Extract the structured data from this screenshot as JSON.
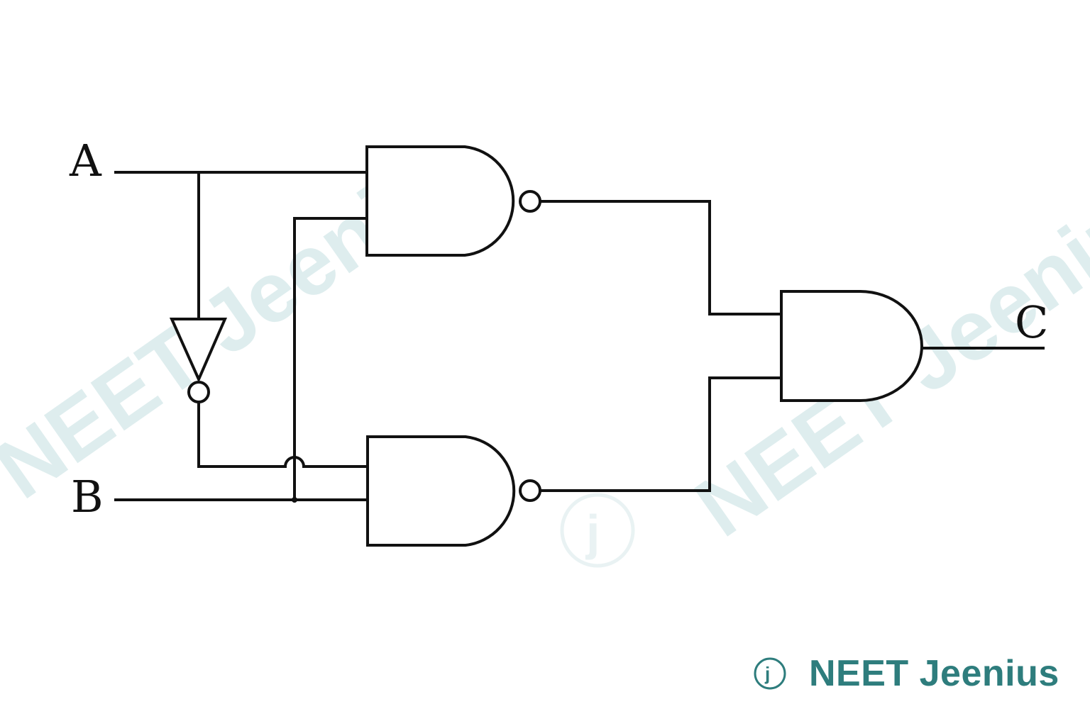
{
  "labels": {
    "input_a": "A",
    "input_b": "B",
    "output_c": "C"
  },
  "gates": [
    {
      "id": "nand-top",
      "type": "NAND"
    },
    {
      "id": "nand-bottom",
      "type": "NAND"
    },
    {
      "id": "not-a",
      "type": "NOT"
    },
    {
      "id": "and-out",
      "type": "AND"
    }
  ],
  "watermark": {
    "text": "NEET Jeenius",
    "logo_letter": "j",
    "color": "#2e7d7d"
  }
}
